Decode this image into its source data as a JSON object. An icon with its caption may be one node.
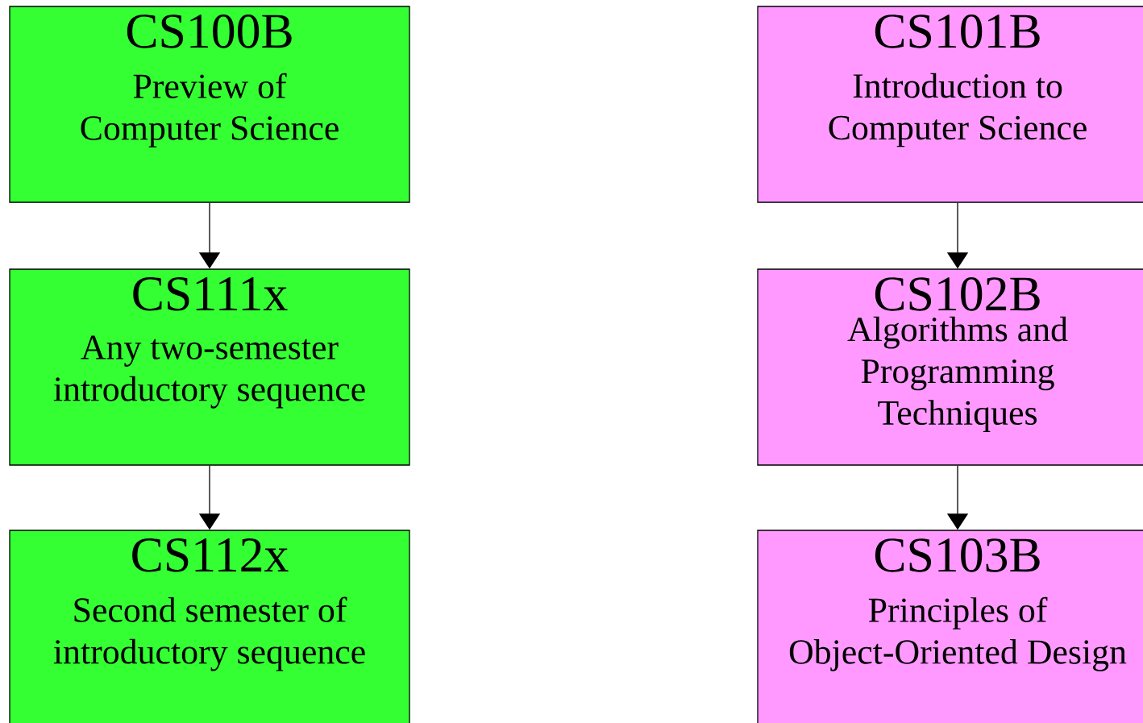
{
  "diagram": {
    "nodes": [
      {
        "text": [
          "CS100B",
          "Preview of Computer Science"
        ]
      },
      {
        "text": [
          "CS111x",
          "Any two-semester introductory sequence"
        ]
      },
      {
        "text": [
          "CS112x",
          "Second semester of introductory sequence"
        ]
      },
      {
        "text": [
          "CS101B",
          "Introduction to Computer Science"
        ]
      },
      {
        "text": [
          "CS102B",
          "Algorithms and Programming Techniques"
        ]
      },
      {
        "text": [
          "CS103B",
          "Principles of Object-Oriented Design"
        ]
      }
    ],
    "edges": [
      {
        "from": 0,
        "to": 1,
        "arrow": "to"
      },
      {
        "from": 1,
        "to": 2,
        "arrow": "to"
      },
      {
        "from": 3,
        "to": 4,
        "arrow": "to"
      },
      {
        "from": 4,
        "to": 5,
        "arrow": "to"
      }
    ]
  }
}
